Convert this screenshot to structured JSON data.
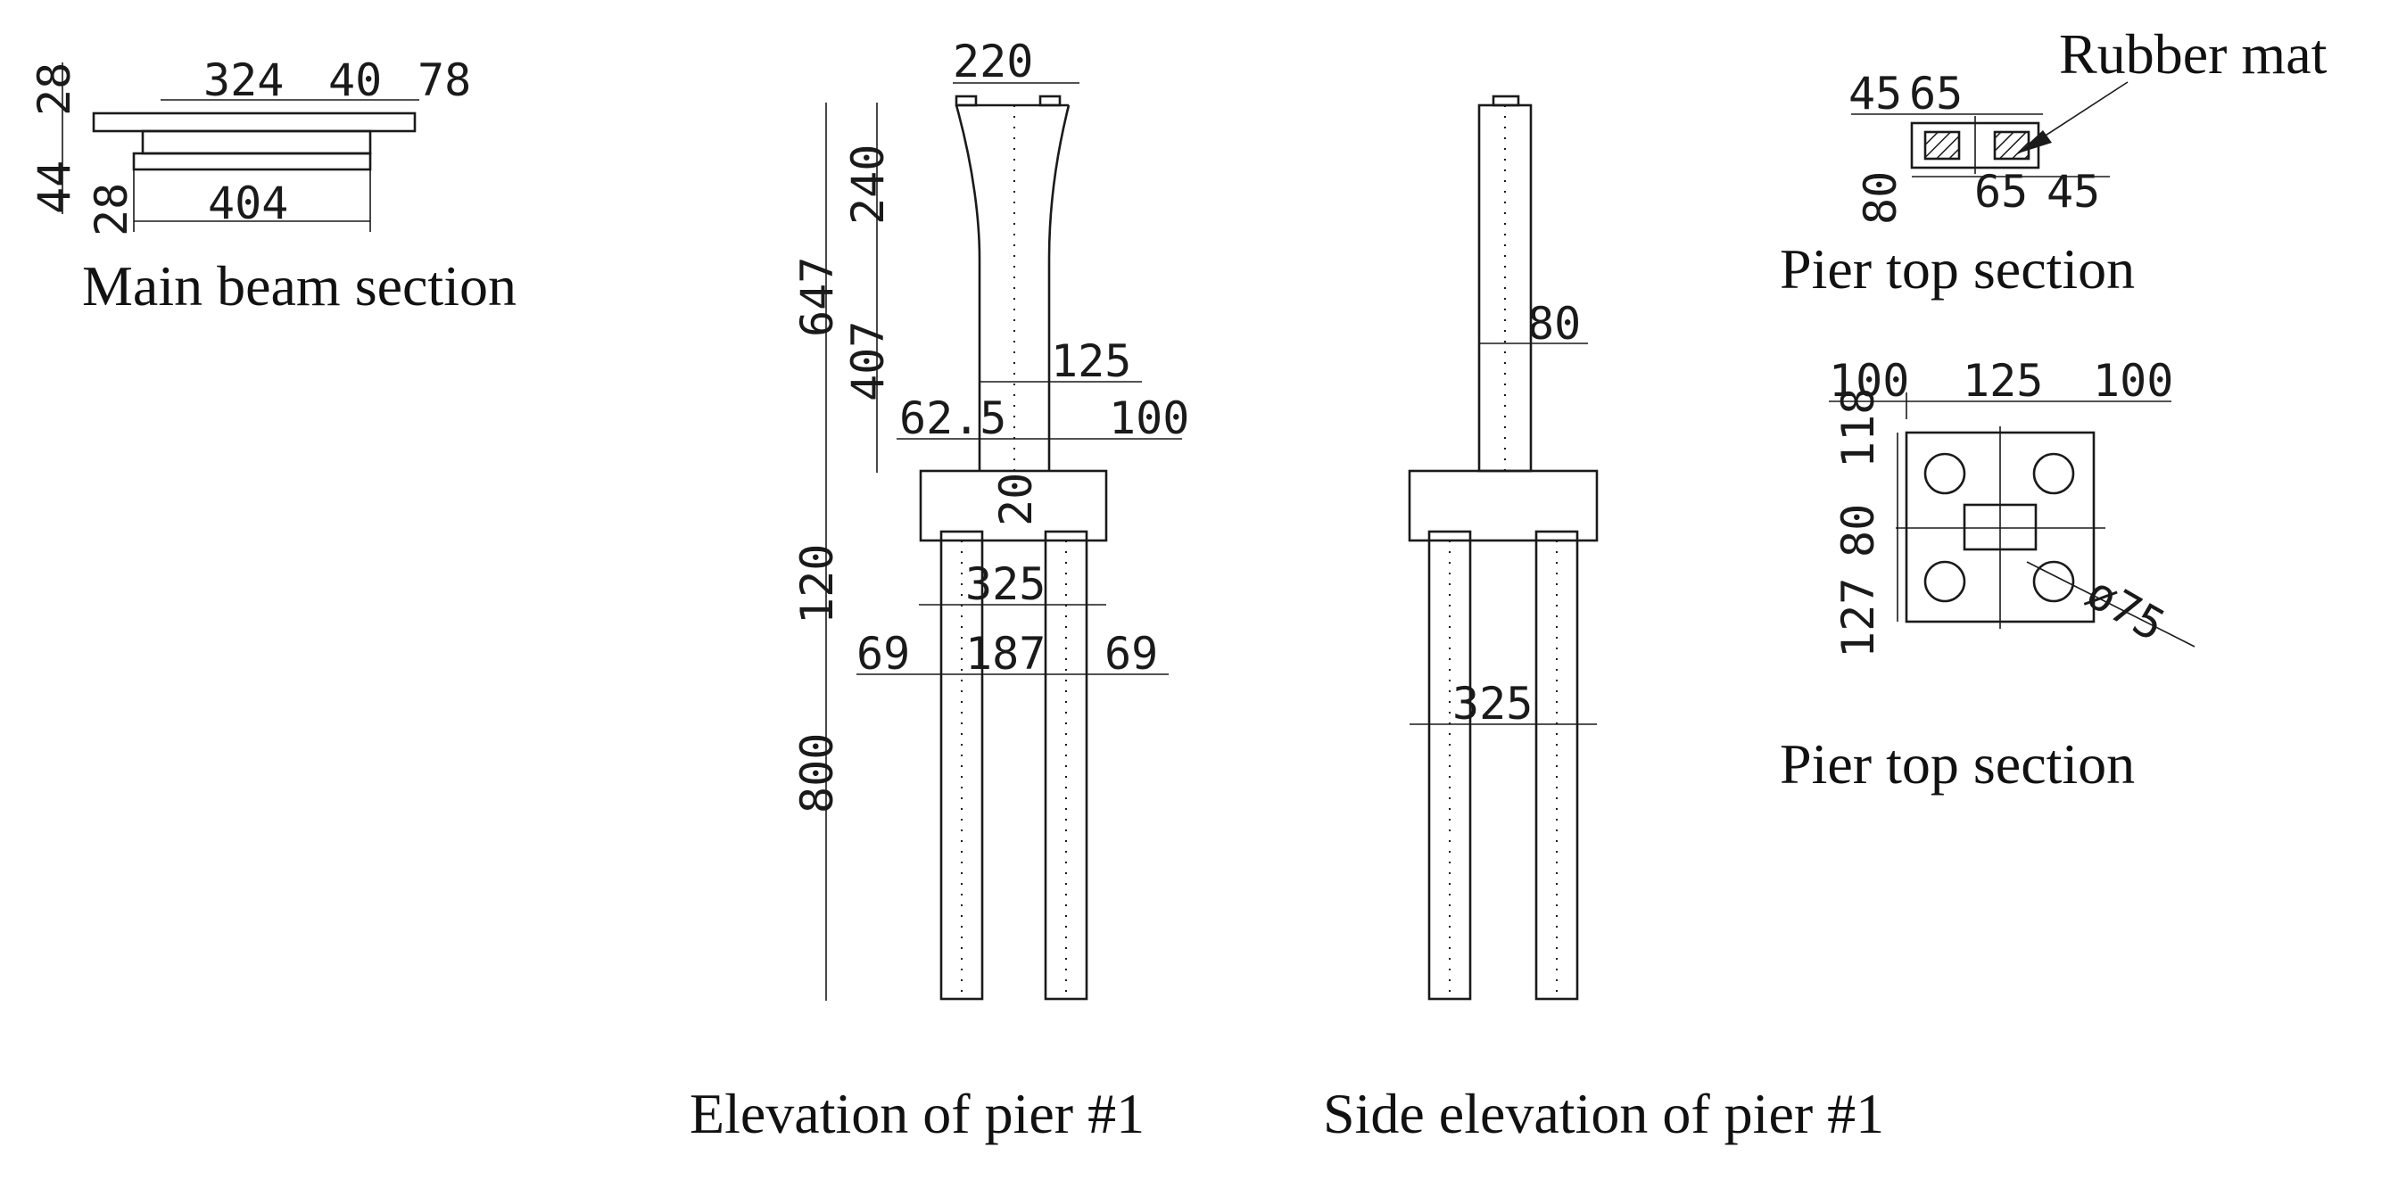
{
  "captions": {
    "main_beam": "Main beam section",
    "pier_top_1": "Pier top section",
    "pier_top_2": "Pier top section",
    "elevation": "Elevation of pier #1",
    "side_elevation": "Side elevation of pier #1",
    "rubber_mat": "Rubber mat"
  },
  "beam_dims": {
    "top_total": "324",
    "top_mid": "40",
    "top_right": "78",
    "flange": "28",
    "web": "44",
    "bottom_flange": "28",
    "bottom": "404"
  },
  "elevation_dims": {
    "top_width": "220",
    "flare_height": "240",
    "total_height": "647",
    "shaft_height": "407",
    "shaft_width": "125",
    "offset_left": "62.5",
    "offset_right": "100",
    "cap_gap": "20",
    "cap_height": "120",
    "pile_span": "325",
    "edge_left": "69",
    "pile_spacing": "187",
    "edge_right": "69",
    "pile_length": "800"
  },
  "side_dims": {
    "shaft_width": "80",
    "pile_span": "325"
  },
  "pier_top_dims": {
    "left": "45",
    "left_mid": "65",
    "right_mid": "65",
    "right": "45",
    "height": "80"
  },
  "footing_dims": {
    "left": "100",
    "mid": "125",
    "right": "100",
    "top": "118",
    "mid_v": "80",
    "bottom": "127",
    "pile_diameter": "ø75"
  }
}
